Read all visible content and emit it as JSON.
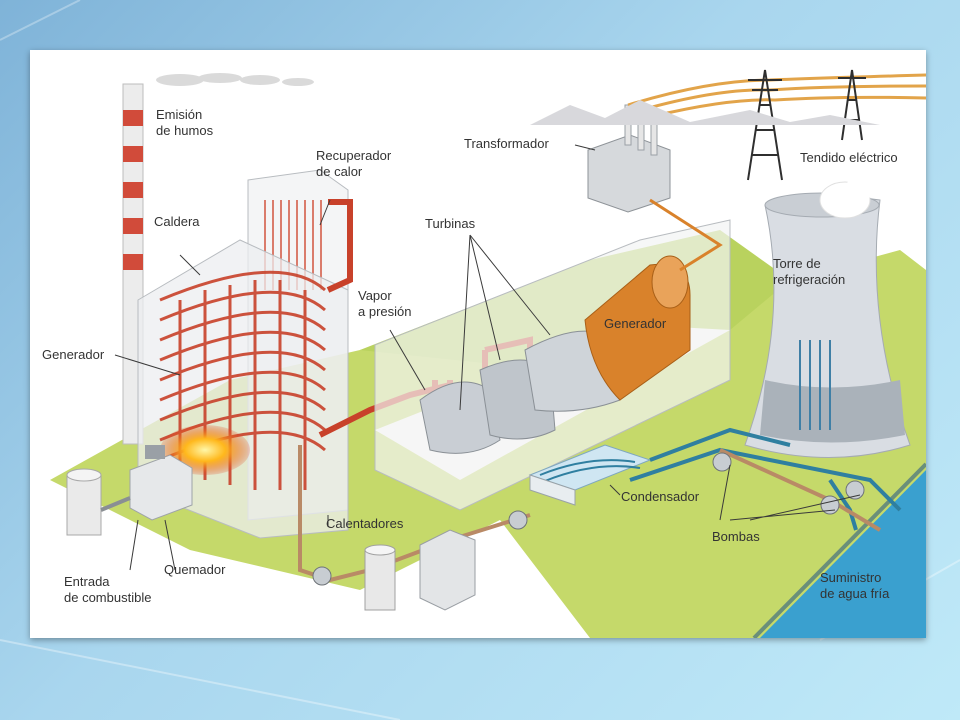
{
  "colors": {
    "ground": "#c5d96a",
    "water": "#3aa0cf",
    "hot_pipe": "#c8412a",
    "cold_pipe": "#2f7fa0",
    "copper_pipe": "#b98a66",
    "generator": "#d9822b",
    "tower": "#d9dde3",
    "building": "#eceef0"
  },
  "diagram": {
    "labels": {
      "emision_humos": "Emisión\nde humos",
      "recuperador_calor": "Recuperador\nde calor",
      "caldera": "Caldera",
      "generador_caldera": "Generador",
      "vapor_presion": "Vapor\na presión",
      "turbinas": "Turbinas",
      "transformador": "Transformador",
      "tendido_electrico": "Tendido eléctrico",
      "torre_refrigeracion": "Torre de\nrefrigeración",
      "generador_turbina": "Generador",
      "condensador": "Condensador",
      "bombas": "Bombas",
      "calentadores": "Calentadores",
      "quemador": "Quemador",
      "entrada_combustible": "Entrada\nde combustible",
      "suministro_agua": "Suministro\nde agua fría"
    }
  }
}
